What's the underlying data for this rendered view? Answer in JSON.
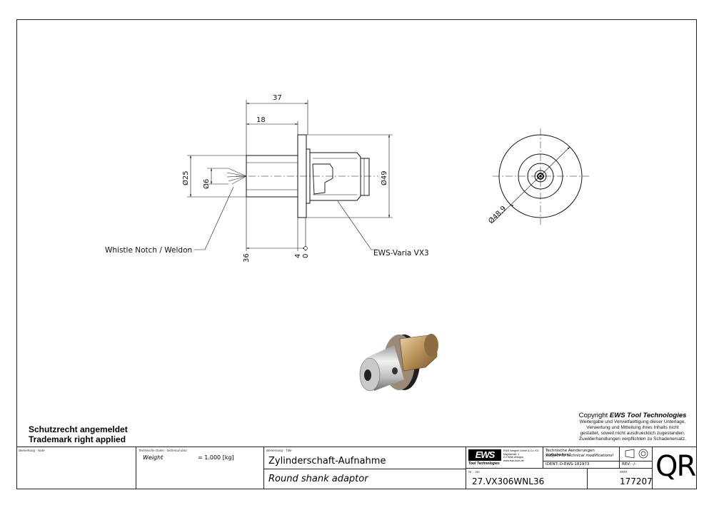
{
  "drawing": {
    "dims": {
      "len_total": "37",
      "len_shank": "18",
      "dia_shank": "Ø25",
      "dia_small": "Ø6",
      "dia_flange": "Ø49",
      "dia_flange_front": "Ø48,9",
      "dim_36": "36",
      "dim_4": "4",
      "dim_0": "0"
    },
    "labels": {
      "notch": "Whistle Notch / Weldon",
      "varia": "EWS-Varia VX3"
    }
  },
  "notes": {
    "patent_de": "Schutzrecht angemeldet",
    "patent_en": "Trademark right applied"
  },
  "copyright": {
    "prefix": "Copyright ",
    "brand": "EWS Tool Technologies",
    "lines": [
      "Weitergabe und Vervielfaeltigung dieser Unterlage,",
      "Verwertung und Mitteilung ihres Inhalts nicht",
      "gestattet, soweit nicht ausdruecklich zugestanden.",
      "Zuwiderhandlungen verpflichten zu Schadenersatz."
    ]
  },
  "title_block": {
    "note_label": "Bemerkung - Note",
    "tech_label": "Technische Daten - technical data",
    "weight_label": "Weight",
    "weight_value": "= 1.000 [kg]",
    "title_label": "Benennung - Title",
    "title_de": "Zylinderschaft-Aufnahme",
    "title_en": "Round shank adaptor",
    "logo": "EWS",
    "logo_sub": "Tool Technologies",
    "company_lines": [
      "EWS Weigele GmbH & Co. KG",
      "Maybachstr. 1",
      "D-73066 Uhingen",
      "www.ews-tools.de"
    ],
    "change_de": "Technische Aenderungen vorbehalten!",
    "change_en": "Subject to technical modifications!",
    "ident": "IDENT:  D-EWS-181973",
    "rev": "REV:  -/-",
    "nr_label": "Nr. - No.",
    "nr_value": "27.VX306WNL36",
    "mnr_label": "MNR",
    "mnr_value": "177207",
    "qr": "QR"
  }
}
